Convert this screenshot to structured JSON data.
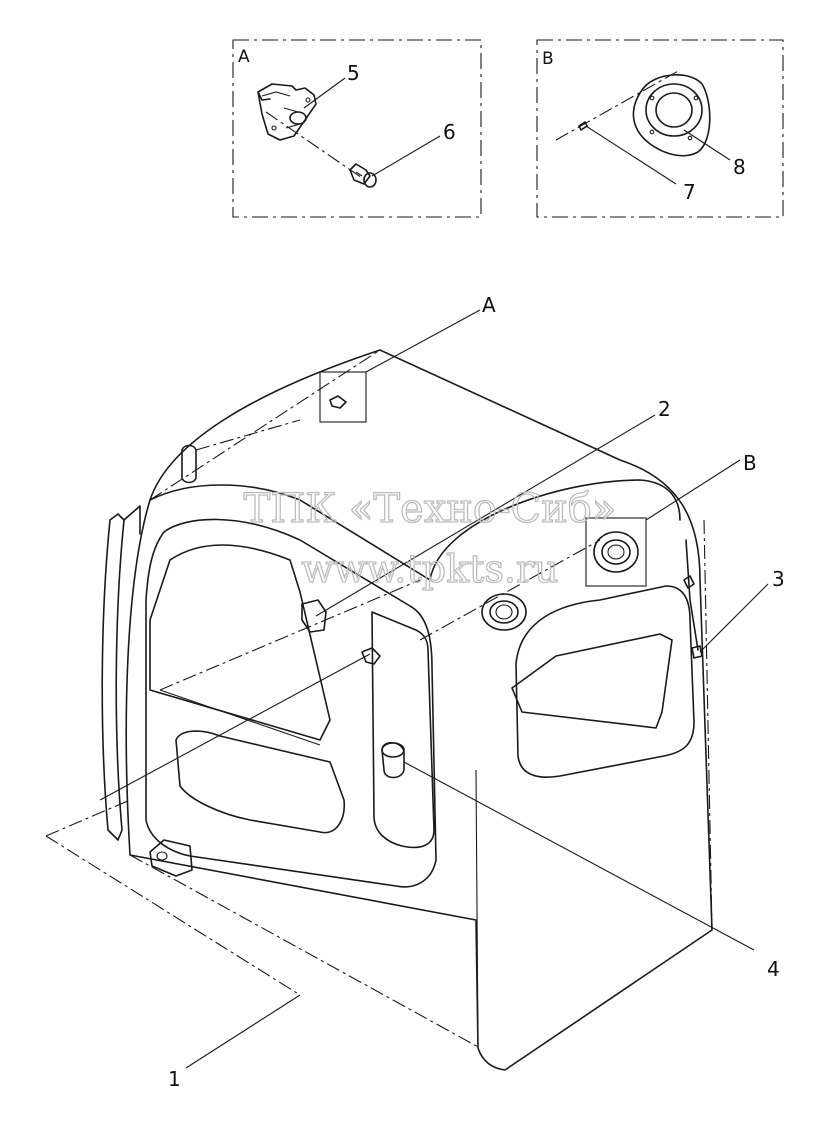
{
  "detail_a": {
    "letter": "A",
    "callouts": [
      "5",
      "6"
    ]
  },
  "detail_b": {
    "letter": "B",
    "callouts": [
      "8",
      "7"
    ]
  },
  "main": {
    "callout_a": "A",
    "callout_b": "B",
    "callouts": {
      "p1": "1",
      "p2": "2",
      "p3": "3",
      "p4": "4"
    }
  },
  "watermark": {
    "line1": "ТПК «Техно-Сиб»",
    "line2": "www.tpkts.ru"
  },
  "colors": {
    "ink": "#1a1a1a",
    "watermark": "#bdbdbd",
    "background": "#ffffff"
  }
}
